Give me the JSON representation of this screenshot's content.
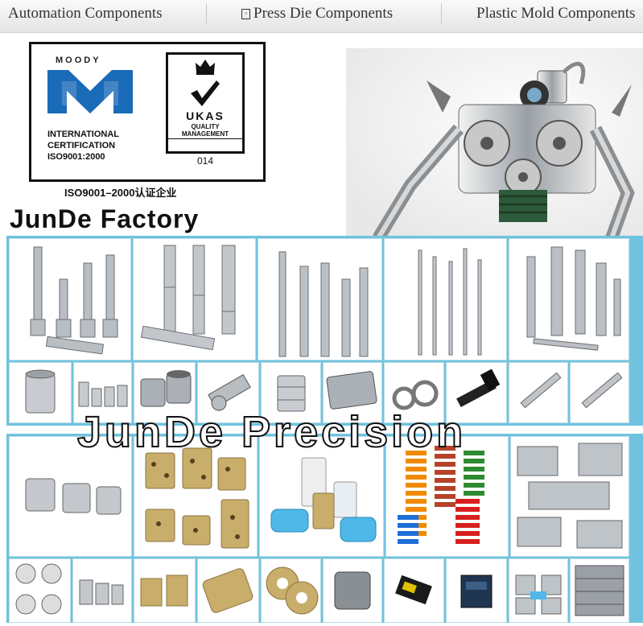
{
  "nav": {
    "items": [
      "Automation Components",
      "Press Die Components",
      "Plastic Mold Components"
    ]
  },
  "cert": {
    "moody_label": "MOODY",
    "moody_lines": [
      "INTERNATIONAL",
      "CERTIFICATION",
      "ISO9001:2000"
    ],
    "ukas_lines": [
      "UKAS",
      "QUALITY",
      "MANAGEMENT"
    ],
    "ukas_number": "014",
    "caption": "ISO9001–2000认证企业"
  },
  "factory_title": "JunDe Factory",
  "watermark": "JunDe Precision",
  "colors": {
    "accent": "#6fc3df",
    "moody_blue": "#1a6bb8",
    "spring_orange": "#f08a00",
    "spring_red": "#d81e1e",
    "spring_green": "#2f8a2f",
    "spring_blue": "#1e6fd8"
  }
}
